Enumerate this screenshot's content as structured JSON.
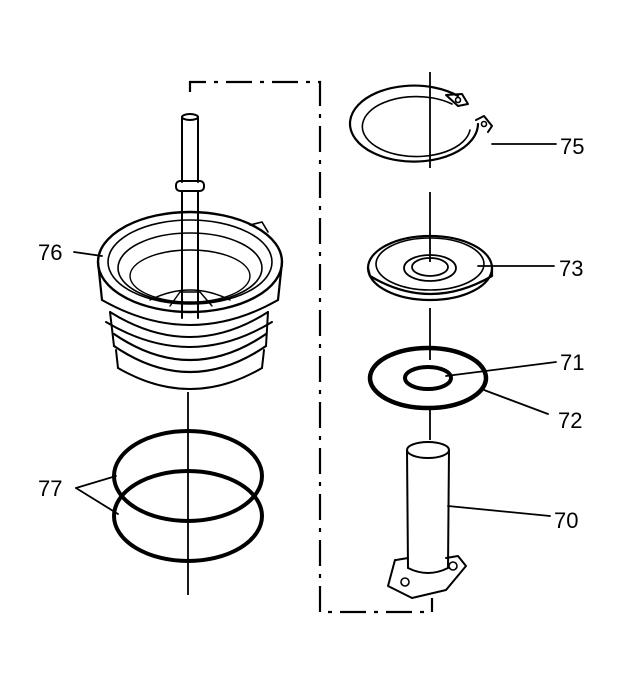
{
  "callouts": {
    "c70": "70",
    "c71": "71",
    "c72": "72",
    "c73": "73",
    "c75": "75",
    "c76": "76",
    "c77": "77"
  },
  "colors": {
    "line": "#000000",
    "background": "#ffffff"
  }
}
